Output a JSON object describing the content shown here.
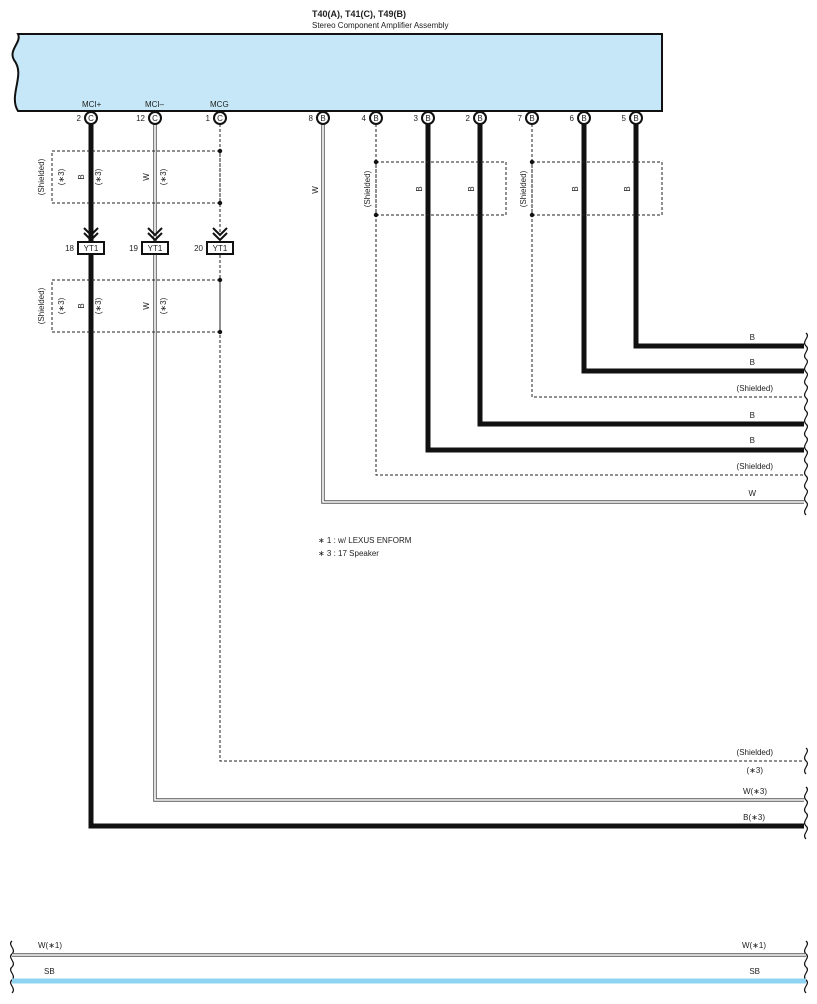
{
  "component": {
    "codes": "T40(A), T41(C), T49(B)",
    "name": "Stereo Component Amplifier Assembly",
    "fill": "#c6e7f7"
  },
  "pins_top": [
    {
      "num": "2",
      "letter": "C",
      "signal": "MCI+"
    },
    {
      "num": "12",
      "letter": "C",
      "signal": "MCI–"
    },
    {
      "num": "1",
      "letter": "C",
      "signal": "MCG"
    },
    {
      "num": "8",
      "letter": "B"
    },
    {
      "num": "4",
      "letter": "B"
    },
    {
      "num": "3",
      "letter": "B"
    },
    {
      "num": "2",
      "letter": "B"
    },
    {
      "num": "7",
      "letter": "B"
    },
    {
      "num": "6",
      "letter": "B"
    },
    {
      "num": "5",
      "letter": "B"
    }
  ],
  "connectors": [
    {
      "num": "18",
      "id": "YT1"
    },
    {
      "num": "19",
      "id": "YT1"
    },
    {
      "num": "20",
      "id": "YT1"
    }
  ],
  "labels": {
    "shielded": "(Shielded)",
    "star3": "(∗3)",
    "B": "B",
    "W": "W"
  },
  "right_wires": [
    {
      "label": "B"
    },
    {
      "label": "B"
    },
    {
      "label": "(Shielded)"
    },
    {
      "label": "B"
    },
    {
      "label": "B"
    },
    {
      "label": "(Shielded)"
    },
    {
      "label": "W"
    }
  ],
  "lower_wires": [
    {
      "label": "(Shielded)",
      "sub": "(∗3)"
    },
    {
      "label": "W(∗3)"
    },
    {
      "label": "B(∗3)"
    }
  ],
  "notes": [
    "∗ 1 : w/ LEXUS ENFORM",
    "∗ 3 : 17 Speaker"
  ],
  "bottom_wires": [
    {
      "left": "W(∗1)",
      "right": "W(∗1)",
      "color": "#ffffff"
    },
    {
      "left": "SB",
      "right": "SB",
      "color": "#8fd3f2"
    }
  ]
}
